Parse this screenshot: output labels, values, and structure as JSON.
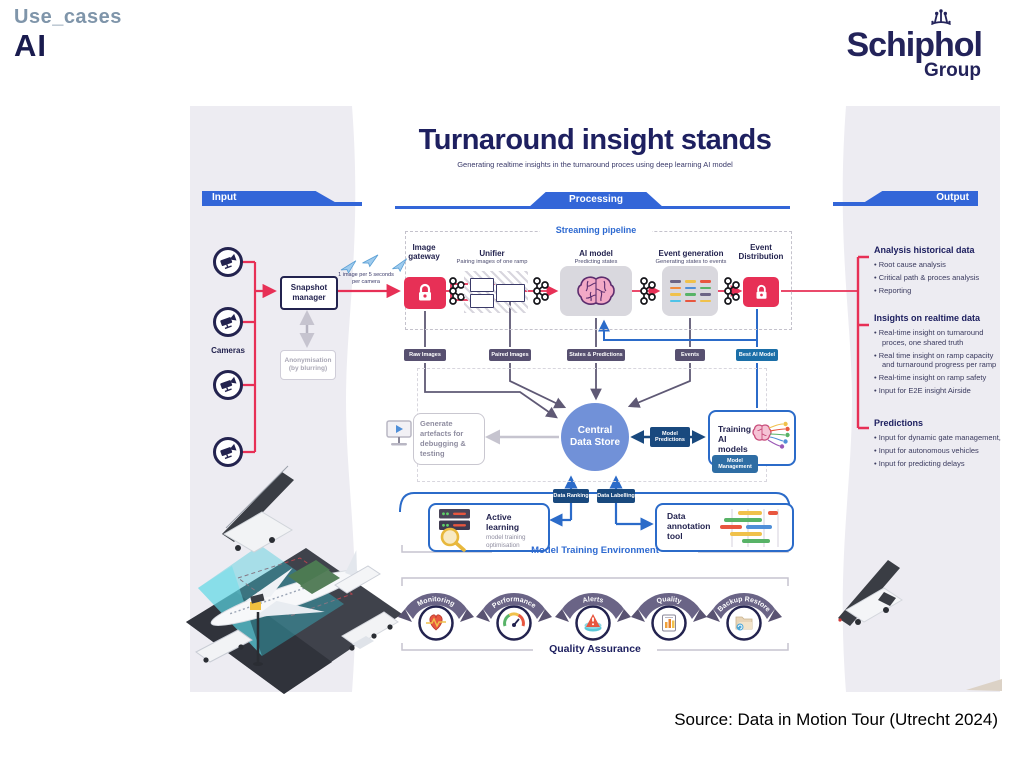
{
  "slide": {
    "category": "Use_cases",
    "heading": "AI",
    "source": "Source: Data in Motion Tour (Utrecht 2024)"
  },
  "logo": {
    "brand": "Schiphol",
    "suffix": "Group"
  },
  "diagram": {
    "title": "Turnaround insight stands",
    "subtitle": "Generating realtime insights in the turnaround proces using deep learning AI model",
    "banners": {
      "input": "Input",
      "processing": "Processing",
      "output": "Output"
    },
    "input": {
      "cameras_label": "Cameras",
      "snapshot_manager": "Snapshot manager",
      "rate_note": "1 image per 5 seconds per camera",
      "anonymisation_line1": "Anonymisation",
      "anonymisation_line2": "(by blurring)"
    },
    "pipeline": {
      "label": "Streaming pipeline",
      "stages": [
        {
          "title": "Image gateway",
          "subtitle": ""
        },
        {
          "title": "Unifier",
          "subtitle": "Pairing images of one ramp"
        },
        {
          "title": "AI model",
          "subtitle": "Predicting states"
        },
        {
          "title": "Event generation",
          "subtitle": "Generating states to events"
        },
        {
          "title": "Event Distribution",
          "subtitle": ""
        }
      ],
      "streams": [
        "Raw Images",
        "Paired Images",
        "States & Predictions",
        "Events",
        "Best AI Model"
      ]
    },
    "center": {
      "data_store": "Central Data Store",
      "artefacts": "Generate artefacts for debugging & testing",
      "model_predictions": "Model Predictions",
      "training_title": "Training AI models",
      "model_management": "Model Management",
      "data_ranking": "Data Ranking",
      "data_labelling": "Data Labelling"
    },
    "training_env": {
      "label": "Model Training Environment",
      "active_learning_title": "Active learning",
      "active_learning_sub": "model training optimisation",
      "annotation_tool": "Data annotation tool"
    },
    "qa": {
      "label": "Quality Assurance",
      "badges": [
        "Monitoring",
        "Performance",
        "Alerts",
        "Quality",
        "Backup Restore"
      ]
    },
    "output_groups": [
      {
        "title": "Analysis historical data",
        "items": [
          "Root cause analysis",
          "Critical path & proces analysis",
          "Reporting"
        ]
      },
      {
        "title": "Insights on realtime data",
        "items": [
          "Real-time insight on turnaround proces, one shared truth",
          "Real time insight on ramp capacity and turnaround progress per ramp",
          "Real-time insight on ramp safety",
          "Input for E2E insight Airside"
        ]
      },
      {
        "title": "Predictions",
        "items": [
          "Input for dynamic gate management,",
          "Input for autonomous vehicles",
          "Input for predicting delays"
        ]
      }
    ],
    "colors": {
      "accent_blue": "#3366d8",
      "accent_red": "#e73056",
      "navy": "#232561",
      "circle_blue": "#7191d8"
    }
  }
}
